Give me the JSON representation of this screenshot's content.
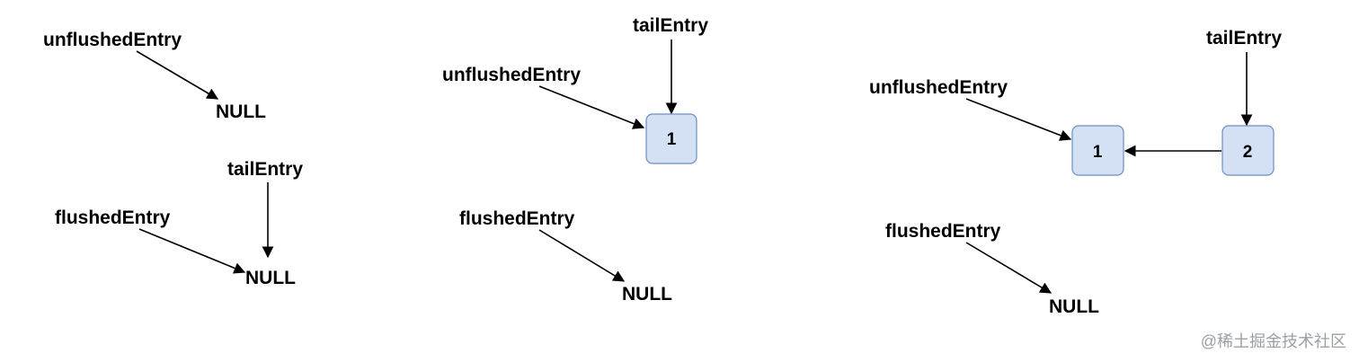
{
  "colors": {
    "node_fill": "#d4e1f5",
    "node_border": "#6c8ebf",
    "text": "#000000",
    "edge": "#000000",
    "watermark": "#9aa0a6"
  },
  "panels": [
    {
      "labels": {
        "unflushed": "unflushedEntry",
        "unflushed_target": "NULL",
        "tail": "tailEntry",
        "flushed": "flushedEntry",
        "flushed_target": "NULL"
      },
      "nodes": []
    },
    {
      "labels": {
        "tail": "tailEntry",
        "unflushed": "unflushedEntry",
        "flushed": "flushedEntry",
        "flushed_target": "NULL"
      },
      "nodes": [
        "1"
      ]
    },
    {
      "labels": {
        "tail": "tailEntry",
        "unflushed": "unflushedEntry",
        "flushed": "flushedEntry",
        "flushed_target": "NULL"
      },
      "nodes": [
        "1",
        "2"
      ]
    }
  ],
  "watermark": "@稀土掘金技术社区"
}
